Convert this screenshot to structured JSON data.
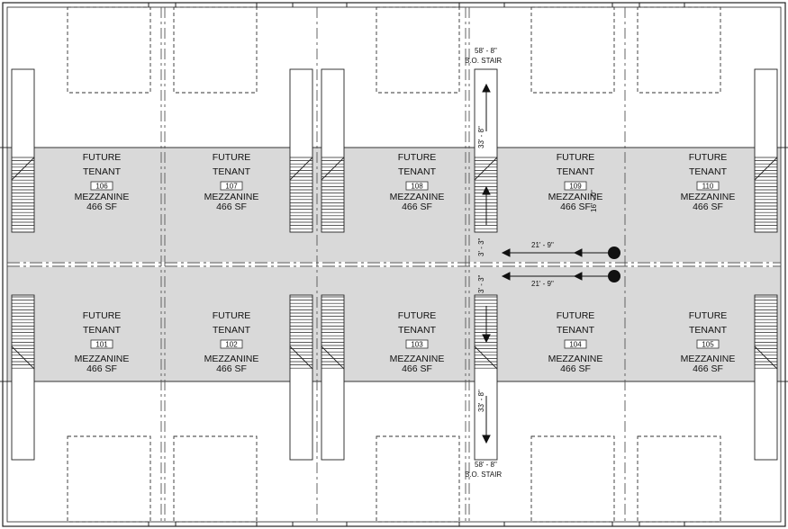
{
  "units_top": [
    {
      "line1": "FUTURE",
      "line2": "TENANT",
      "unit": "106",
      "type": "MEZZANINE",
      "area": "466 SF"
    },
    {
      "line1": "FUTURE",
      "line2": "TENANT",
      "unit": "107",
      "type": "MEZZANINE",
      "area": "466 SF"
    },
    {
      "line1": "FUTURE",
      "line2": "TENANT",
      "unit": "108",
      "type": "MEZZANINE",
      "area": "466 SF"
    },
    {
      "line1": "FUTURE",
      "line2": "TENANT",
      "unit": "109",
      "type": "MEZZANINE",
      "area": "466 SF"
    },
    {
      "line1": "FUTURE",
      "line2": "TENANT",
      "unit": "110",
      "type": "MEZZANINE",
      "area": "466 SF"
    }
  ],
  "units_bottom": [
    {
      "line1": "FUTURE",
      "line2": "TENANT",
      "unit": "101",
      "type": "MEZZANINE",
      "area": "466 SF"
    },
    {
      "line1": "FUTURE",
      "line2": "TENANT",
      "unit": "102",
      "type": "MEZZANINE",
      "area": "466 SF"
    },
    {
      "line1": "FUTURE",
      "line2": "TENANT",
      "unit": "103",
      "type": "MEZZANINE",
      "area": "466 SF"
    },
    {
      "line1": "FUTURE",
      "line2": "TENANT",
      "unit": "104",
      "type": "MEZZANINE",
      "area": "466 SF"
    },
    {
      "line1": "FUTURE",
      "line2": "TENANT",
      "unit": "105",
      "type": "MEZZANINE",
      "area": "466 SF"
    }
  ],
  "dimensions": {
    "top_stair_elev": "58' - 8\"",
    "top_stair_ref": "B.O. STAIR",
    "bottom_stair_elev": "58' - 8\"",
    "bottom_stair_ref": "B.O. STAIR",
    "upper_vertical": "33' - 8\"",
    "lower_vertical": "33' - 8\"",
    "upper_gap": "3' - 3\"",
    "lower_gap": "3' - 3\"",
    "upper_horizontal": "21' - 9\"",
    "lower_horizontal": "21' - 9\"",
    "mezz_depth": "16' - 0\""
  },
  "colors": {
    "mezzanine_fill": "#d9d9d9",
    "line": "#222222"
  }
}
